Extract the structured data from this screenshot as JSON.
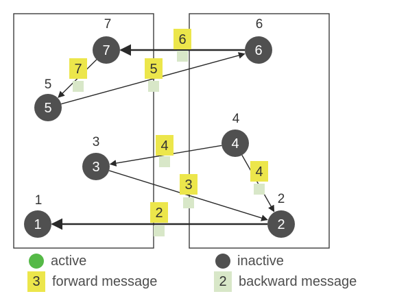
{
  "colors": {
    "active": "#55b947",
    "inactive": "#505050",
    "forward": "#ece64b",
    "backward": "#d8e7c8",
    "line": "#2a2a2a",
    "frame": "#3c3c3c"
  },
  "nodes": [
    {
      "id": "n7",
      "label": "7",
      "caption": "7"
    },
    {
      "id": "n6",
      "label": "6",
      "caption": "6"
    },
    {
      "id": "n5",
      "label": "5",
      "caption": "5"
    },
    {
      "id": "n4",
      "label": "4",
      "caption": "4"
    },
    {
      "id": "n3",
      "label": "3",
      "caption": "3"
    },
    {
      "id": "n2",
      "label": "2",
      "caption": "2"
    },
    {
      "id": "n1",
      "label": "1",
      "caption": "1"
    }
  ],
  "edges": [
    {
      "from": "n6",
      "to": "n7",
      "forward": "6"
    },
    {
      "from": "n7",
      "to": "n5",
      "forward": "7"
    },
    {
      "from": "n5",
      "to": "n6",
      "forward": "5"
    },
    {
      "from": "n4",
      "to": "n3",
      "forward": "4"
    },
    {
      "from": "n4",
      "to": "n2",
      "forward": "4"
    },
    {
      "from": "n3",
      "to": "n2",
      "forward": "3"
    },
    {
      "from": "n2",
      "to": "n1",
      "forward": "2"
    }
  ],
  "legend": {
    "active": "active",
    "inactive": "inactive",
    "forward_sample": "3",
    "forward": "forward message",
    "backward_sample": "2",
    "backward": "backward message"
  }
}
